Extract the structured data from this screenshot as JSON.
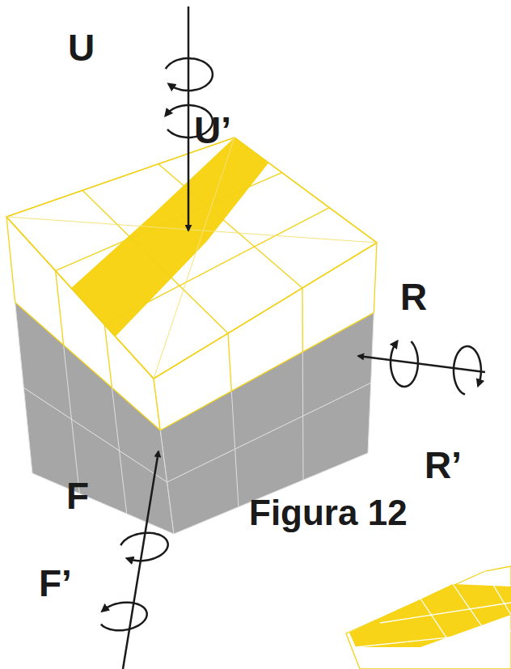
{
  "diagram": {
    "caption": "Figura 12",
    "labels": [
      "U",
      "U’",
      "R",
      "R’",
      "F",
      "F’"
    ]
  }
}
